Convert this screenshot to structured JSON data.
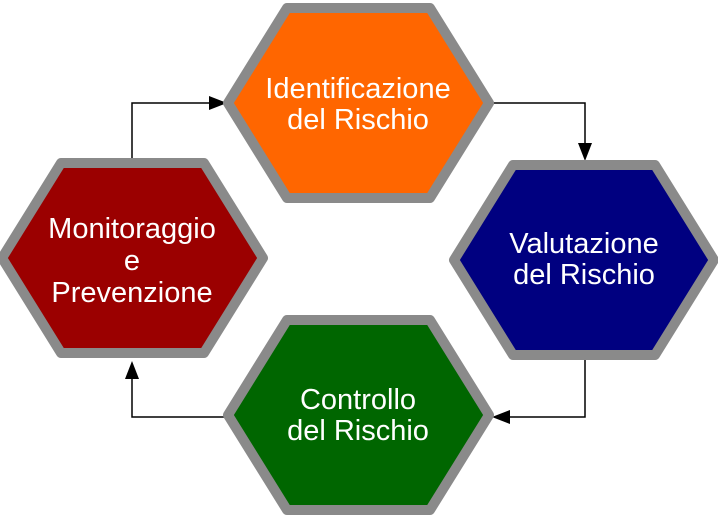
{
  "diagram": {
    "background_color": "#ffffff",
    "border_color": "#8A8A8A",
    "arrow_color": "#000000",
    "text_color": "#ffffff",
    "nodes": [
      {
        "id": "identificazione",
        "position": "top",
        "color": "#FF6600",
        "label_lines": [
          "Identificazione",
          "del Rischio"
        ]
      },
      {
        "id": "valutazione",
        "position": "right",
        "color": "#000080",
        "label_lines": [
          "Valutazione",
          "del Rischio"
        ]
      },
      {
        "id": "controllo",
        "position": "bottom",
        "color": "#006600",
        "label_lines": [
          "Controllo",
          "del Rischio"
        ]
      },
      {
        "id": "monitoraggio",
        "position": "left",
        "color": "#9B0000",
        "label_lines": [
          "Monitoraggio",
          "e",
          "Prevenzione"
        ]
      }
    ],
    "edges": [
      {
        "from": "monitoraggio",
        "to": "identificazione"
      },
      {
        "from": "identificazione",
        "to": "valutazione"
      },
      {
        "from": "valutazione",
        "to": "controllo"
      },
      {
        "from": "controllo",
        "to": "monitoraggio"
      }
    ]
  }
}
